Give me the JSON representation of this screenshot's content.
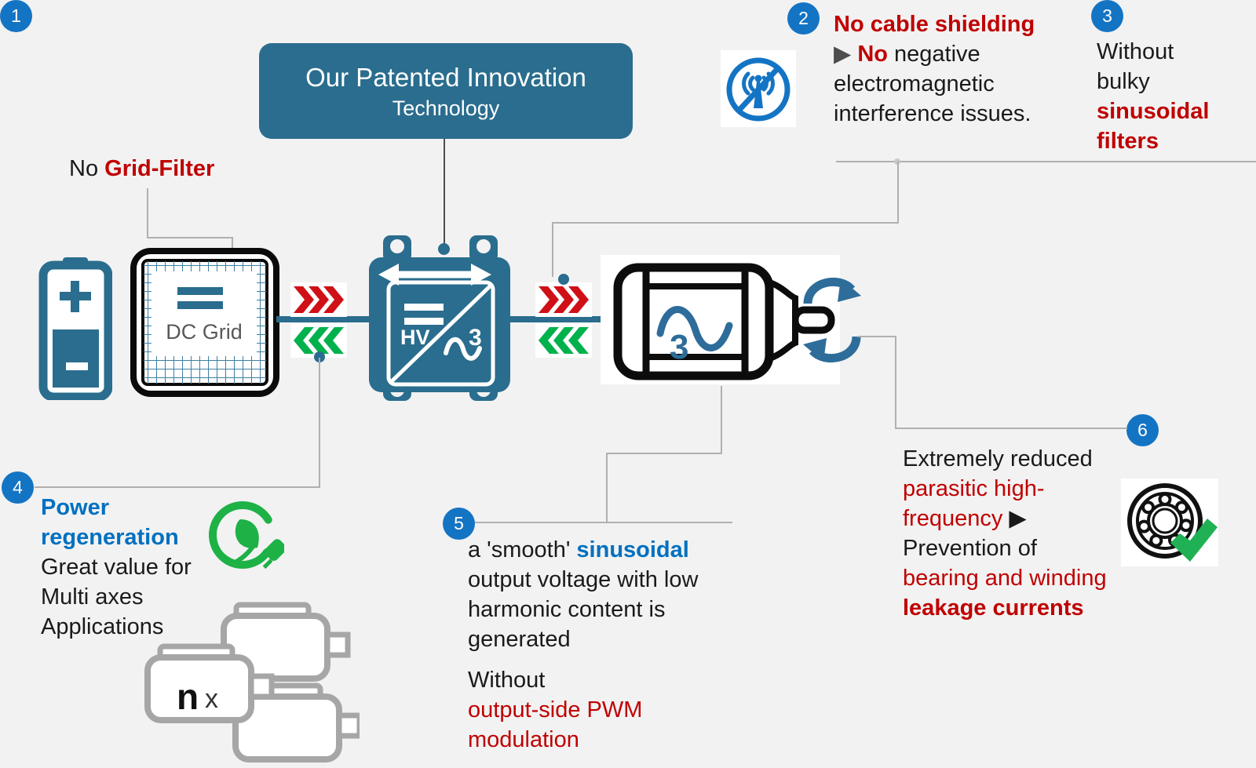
{
  "title": {
    "line1": "Our Patented Innovation",
    "line2": "Technology"
  },
  "c1": {
    "num": "1",
    "pre": "No ",
    "highlight": "Grid-Filter"
  },
  "c2": {
    "num": "2",
    "line1": "No cable shielding",
    "arrow": "▶",
    "no": "No",
    "negative": " negative",
    "line3": "electromagnetic",
    "line4": "interference issues."
  },
  "c3": {
    "num": "3",
    "line1": "Without",
    "line2": "bulky",
    "line3": "sinusoidal",
    "line4": "filters"
  },
  "c4": {
    "num": "4",
    "blue1": "Power",
    "blue2": "regeneration",
    "line3": "Great value for",
    "line4": "Multi axes",
    "line5": "Applications"
  },
  "c5": {
    "num": "5",
    "pre": "a 'smooth' ",
    "blue": "sinusoidal",
    "line2": "output voltage with low",
    "line3": "harmonic content is",
    "line4": "generated",
    "line5": "Without",
    "red1": "output-side PWM",
    "red2": "modulation"
  },
  "c6": {
    "num": "6",
    "line1": "Extremely reduced",
    "red1": "parasitic high-",
    "red2": "frequency",
    "arrow": "▶",
    "line3": "Prevention of",
    "red3": "bearing and winding",
    "red4": "leakage currents"
  },
  "diagram": {
    "dc_grid": "DC Grid",
    "hv": "HV",
    "converter_phase": "3",
    "motor_phase": "3",
    "multi_n": "n",
    "multi_x": "x"
  },
  "colors": {
    "teal": "#2a6d8e",
    "badge_blue": "#1474c4",
    "highlight_red": "#c00000",
    "highlight_blue": "#0070c0",
    "chevron_red": "#cf1016",
    "chevron_green": "#00b14c",
    "eco_green": "#1db146",
    "check_green": "#1fb154"
  }
}
